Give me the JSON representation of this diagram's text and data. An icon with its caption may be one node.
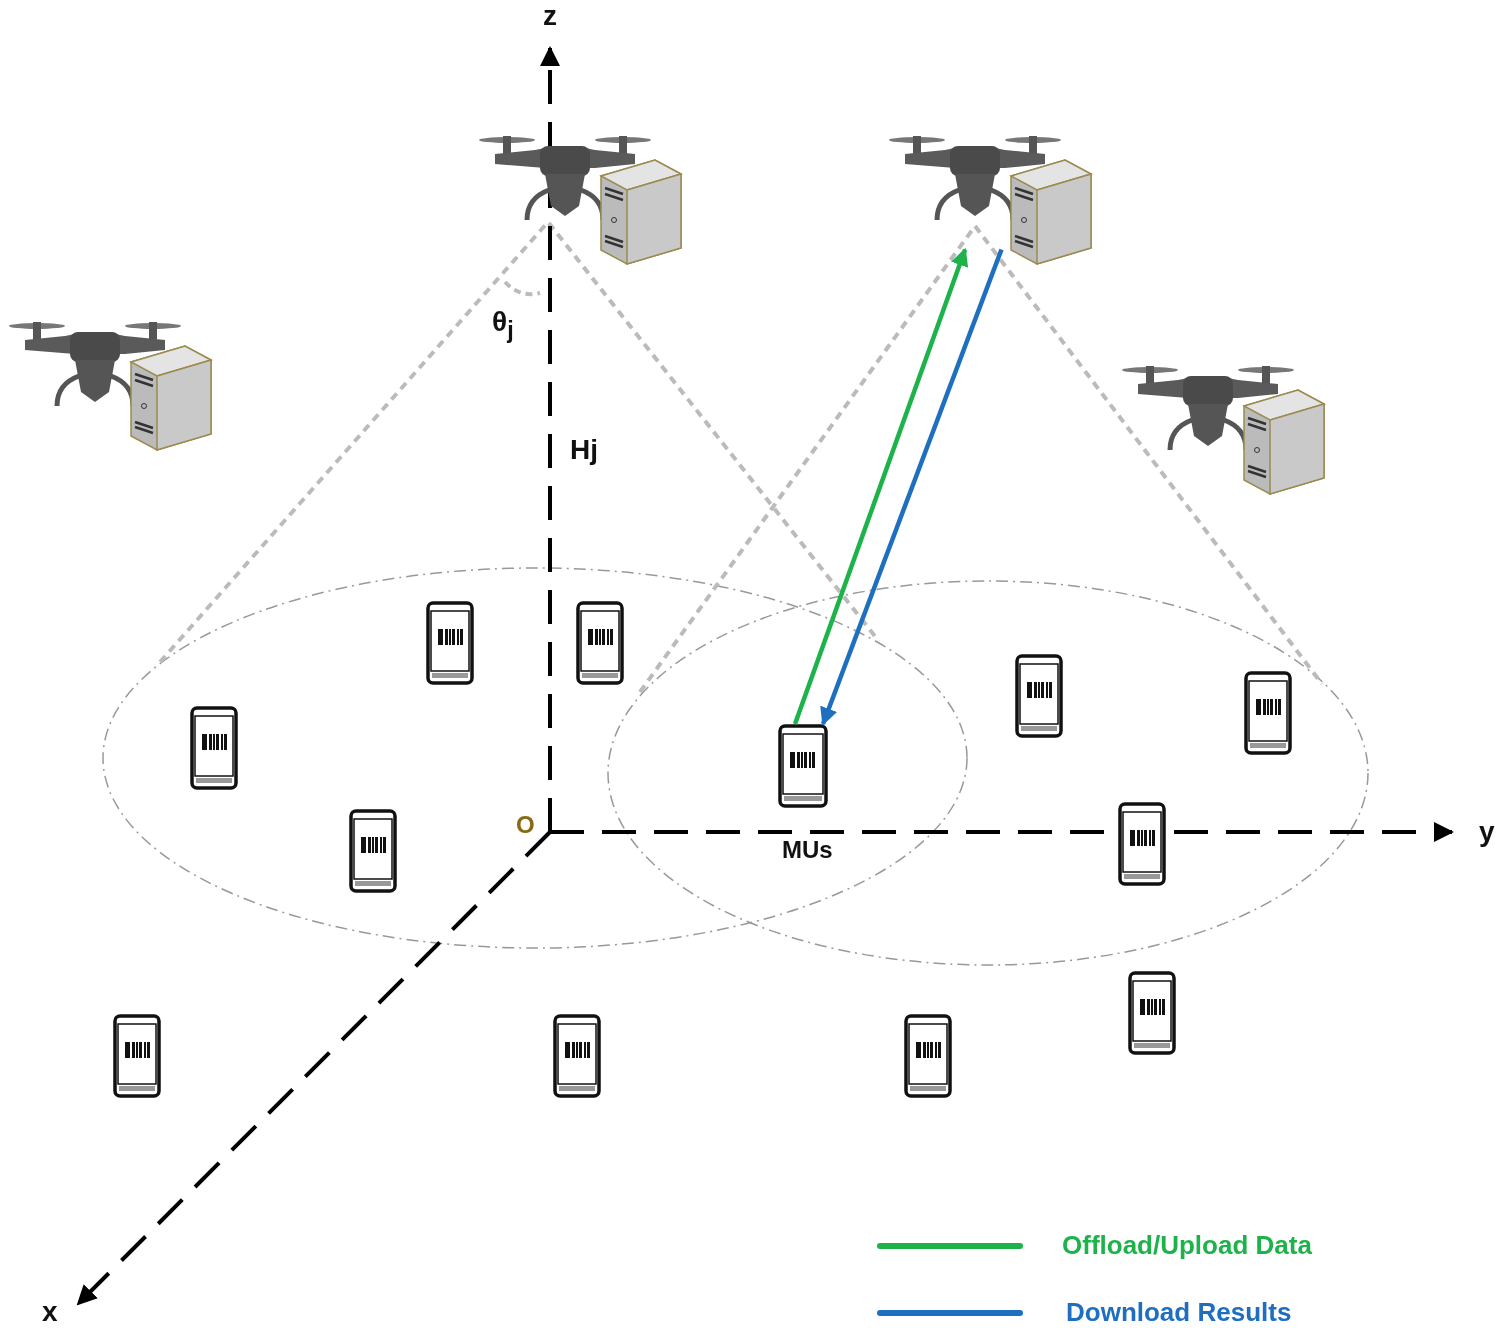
{
  "diagram": {
    "nodes": [
      {
        "text": [],
        "shape": "picture"
      },
      {
        "text": [],
        "shape": "picture"
      },
      {
        "text": [],
        "shape": "picture"
      },
      {
        "text": [],
        "shape": "picture"
      },
      {
        "text": [],
        "shape": "picture"
      },
      {
        "text": [],
        "shape": "picture"
      },
      {
        "text": [],
        "shape": "picture"
      },
      {
        "text": [],
        "shape": "picture"
      },
      {
        "text": [],
        "shape": "picture"
      },
      {
        "text": [],
        "shape": "picture"
      },
      {
        "text": [],
        "shape": "picture"
      },
      {
        "text": [],
        "shape": "picture"
      },
      {
        "text": [],
        "shape": "picture"
      },
      {
        "text": [],
        "shape": "picture"
      },
      {
        "text": [],
        "shape": "picture"
      },
      {
        "text": [],
        "shape": "picture"
      }
    ],
    "edges": [
      {
        "from": 9,
        "to": 1,
        "arrow": "to",
        "color": "#1db34a"
      },
      {
        "from": 1,
        "to": 9,
        "arrow": "to",
        "color": "#1f6fc0"
      }
    ],
    "labels": [
      "z",
      "θ$_{j}$",
      "Hj",
      "O",
      "y",
      "MUs",
      "x"
    ],
    "legend": [
      {
        "text": "Offload/Upload Data",
        "color": "#1db34a"
      },
      {
        "text": "Download Results",
        "color": "#1f6fc0"
      }
    ]
  }
}
